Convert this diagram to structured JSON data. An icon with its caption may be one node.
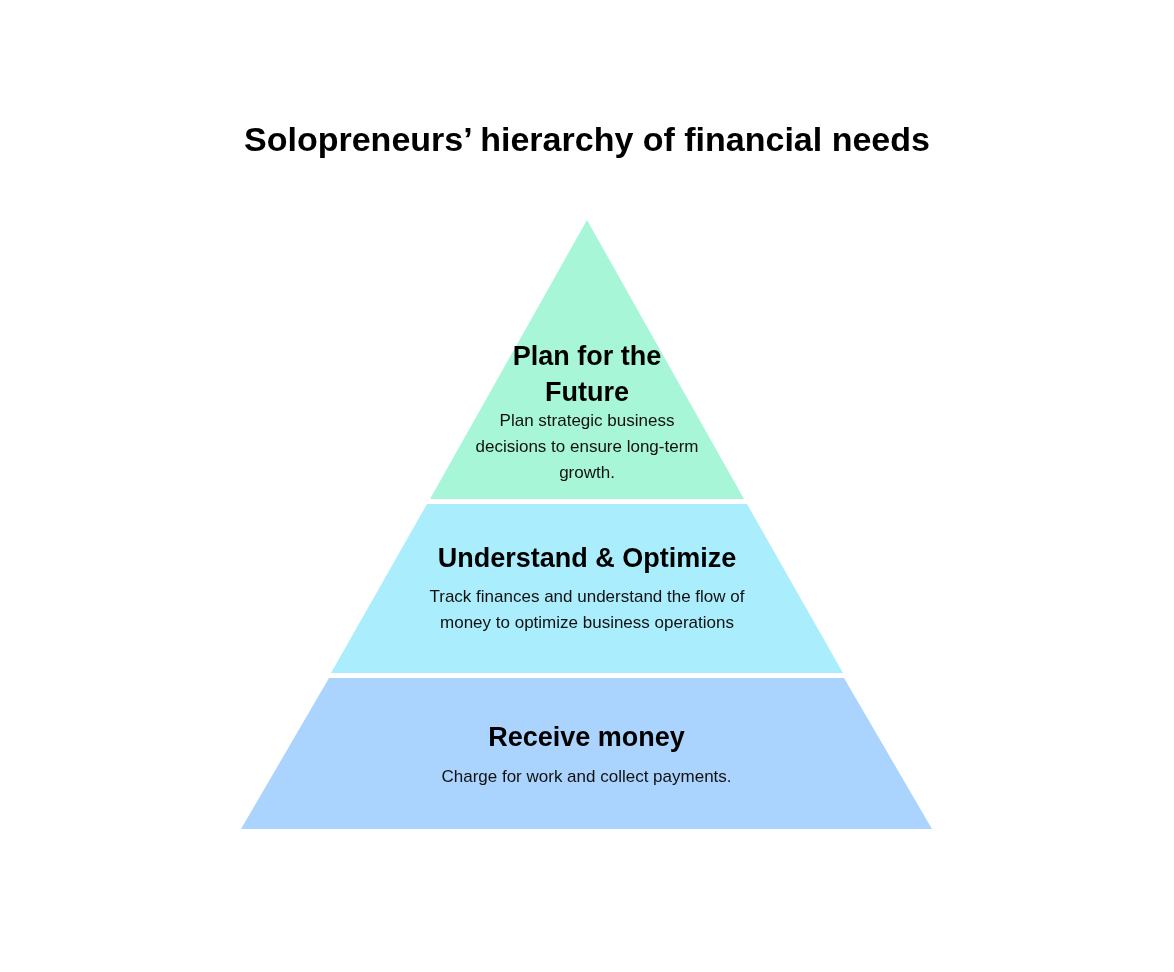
{
  "diagram": {
    "title": "Solopreneurs’ hierarchy of financial needs",
    "nodes": [
      {
        "text": [
          "Plan for the Future",
          "Plan strategic business decisions to ensure long-term growth."
        ]
      },
      {
        "text": [
          "Understand & Optimize",
          "Track finances and understand the flow of money to optimize business operations"
        ]
      },
      {
        "text": [
          "Receive money",
          "Charge for work and collect payments."
        ]
      }
    ]
  }
}
